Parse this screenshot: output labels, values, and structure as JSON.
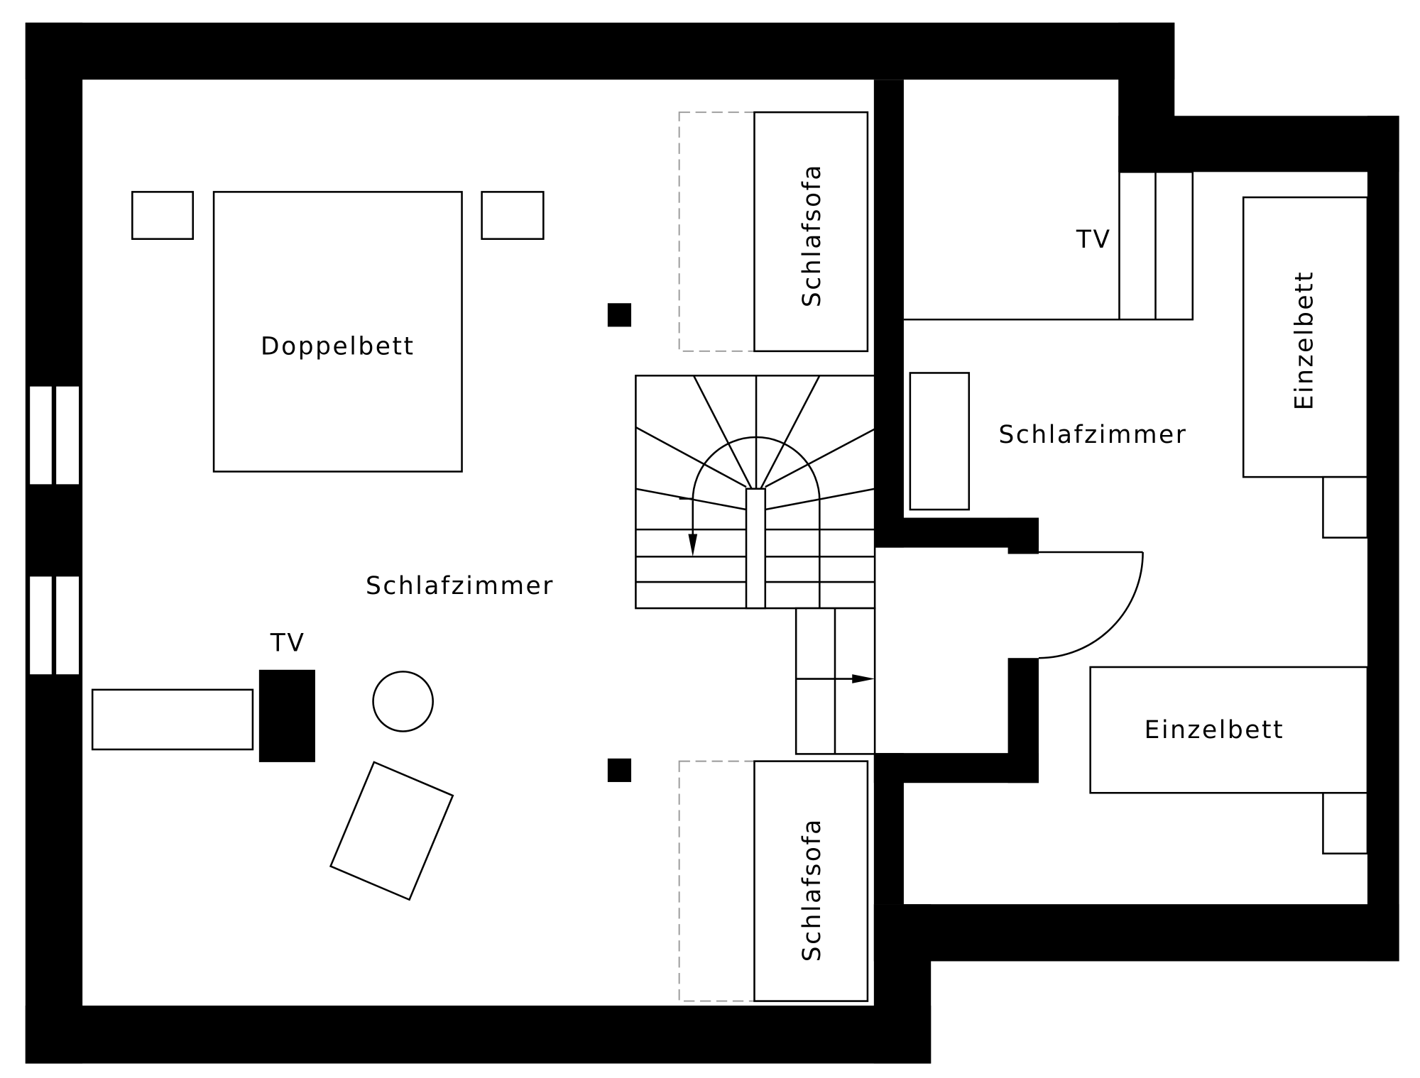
{
  "rooms": {
    "left": {
      "name": "Schlafzimmer",
      "bed": "Doppelbett",
      "tv": "TV",
      "sofa_top": "Schlafsofa",
      "sofa_bottom": "Schlafsofa"
    },
    "right": {
      "name": "Schlafzimmer",
      "tv": "TV",
      "bed_top": "Einzelbett",
      "bed_bottom": "Einzelbett"
    }
  },
  "colors": {
    "wall": "#000000",
    "background": "#ffffff"
  }
}
